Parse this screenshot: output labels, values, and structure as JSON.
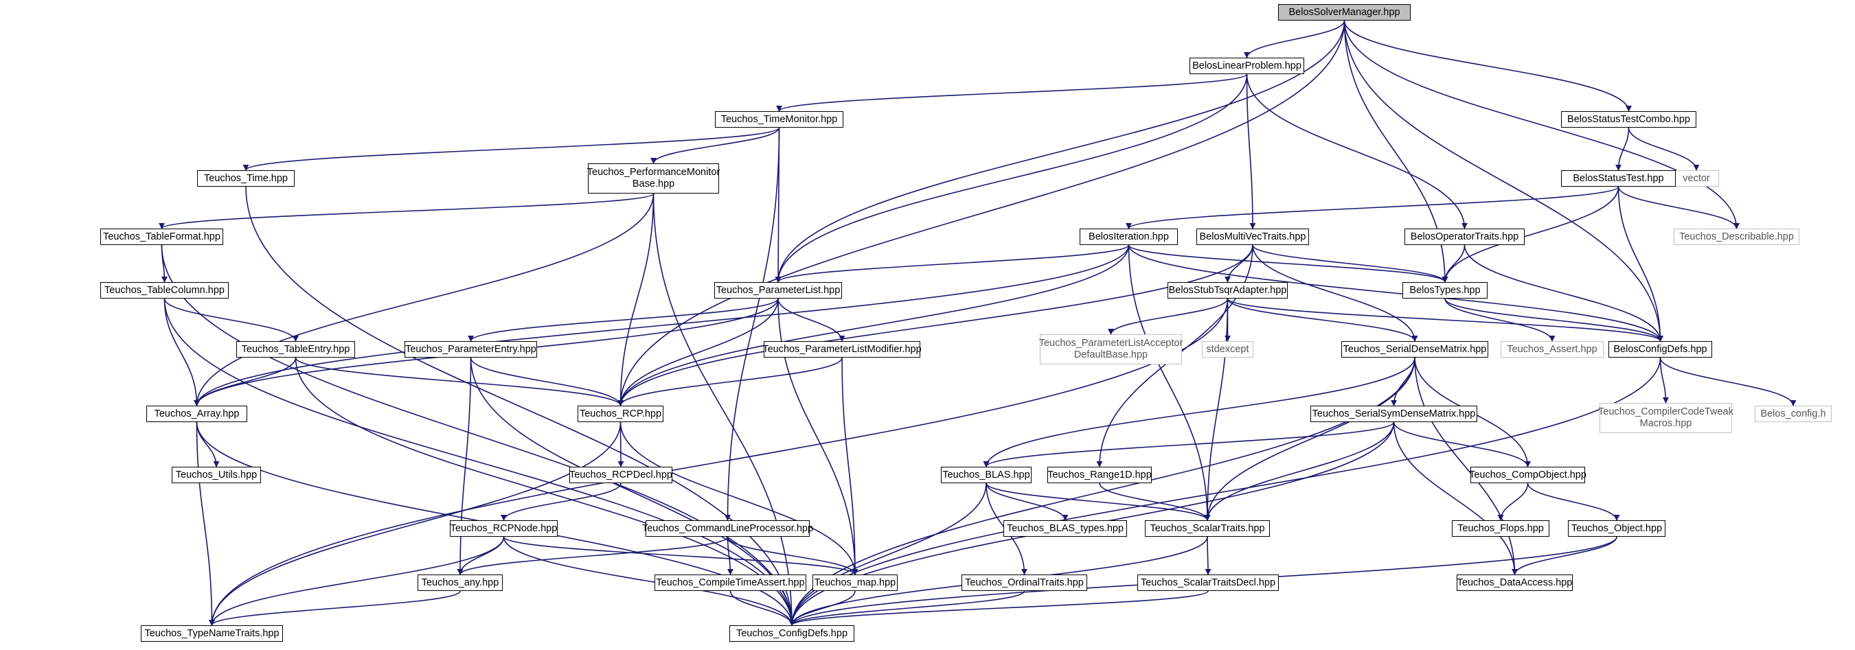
{
  "diagram": {
    "colors": {
      "edge": "#191970",
      "root_fill": "#bfbfbf",
      "external_border": "#bfbfbf",
      "node_border": "#000000"
    },
    "nodes": {
      "belos_solvermanager": {
        "label": "BelosSolverManager.hpp",
        "kind": "root"
      },
      "belos_linearproblem": {
        "label": "BelosLinearProblem.hpp",
        "kind": "file"
      },
      "belos_statustestcombo": {
        "label": "BelosStatusTestCombo.hpp",
        "kind": "file"
      },
      "vector": {
        "label": "vector",
        "kind": "external"
      },
      "teuchos_timemonitor": {
        "label": "Teuchos_TimeMonitor.hpp",
        "kind": "file"
      },
      "teuchos_time": {
        "label": "Teuchos_Time.hpp",
        "kind": "file"
      },
      "teuchos_perfmonitorbase": {
        "label": "Teuchos_PerformanceMonitor\nBase.hpp",
        "kind": "file"
      },
      "belos_statustest": {
        "label": "BelosStatusTest.hpp",
        "kind": "file"
      },
      "teuchos_describable": {
        "label": "Teuchos_Describable.hpp",
        "kind": "external"
      },
      "belos_operatortraits": {
        "label": "BelosOperatorTraits.hpp",
        "kind": "file"
      },
      "teuchos_tableformat": {
        "label": "Teuchos_TableFormat.hpp",
        "kind": "file"
      },
      "belos_iteration": {
        "label": "BelosIteration.hpp",
        "kind": "file"
      },
      "belos_multivectraits": {
        "label": "BelosMultiVecTraits.hpp",
        "kind": "file"
      },
      "teuchos_tablecolumn": {
        "label": "Teuchos_TableColumn.hpp",
        "kind": "file"
      },
      "teuchos_parameterlist": {
        "label": "Teuchos_ParameterList.hpp",
        "kind": "file"
      },
      "belos_stubtsqradapter": {
        "label": "BelosStubTsqrAdapter.hpp",
        "kind": "file"
      },
      "belos_types": {
        "label": "BelosTypes.hpp",
        "kind": "file"
      },
      "teuchos_tableentry": {
        "label": "Teuchos_TableEntry.hpp",
        "kind": "file"
      },
      "teuchos_parameterentry": {
        "label": "Teuchos_ParameterEntry.hpp",
        "kind": "file"
      },
      "teuchos_parameterlistmodifier": {
        "label": "Teuchos_ParameterListModifier.hpp",
        "kind": "file"
      },
      "teuchos_parameterlistacceptor": {
        "label": "Teuchos_ParameterListAcceptor\nDefaultBase.hpp",
        "kind": "external"
      },
      "stdexcept": {
        "label": "stdexcept",
        "kind": "external"
      },
      "teuchos_serialdensematrix": {
        "label": "Teuchos_SerialDenseMatrix.hpp",
        "kind": "file"
      },
      "teuchos_assert": {
        "label": "Teuchos_Assert.hpp",
        "kind": "external"
      },
      "belos_configdefs": {
        "label": "BelosConfigDefs.hpp",
        "kind": "file"
      },
      "teuchos_array": {
        "label": "Teuchos_Array.hpp",
        "kind": "file"
      },
      "teuchos_rcp": {
        "label": "Teuchos_RCP.hpp",
        "kind": "file"
      },
      "teuchos_serialsymdensematrix": {
        "label": "Teuchos_SerialSymDenseMatrix.hpp",
        "kind": "file"
      },
      "teuchos_compilercodetweak": {
        "label": "Teuchos_CompilerCodeTweak\nMacros.hpp",
        "kind": "external"
      },
      "belos_config_h": {
        "label": "Belos_config.h",
        "kind": "external"
      },
      "teuchos_utils": {
        "label": "Teuchos_Utils.hpp",
        "kind": "file"
      },
      "teuchos_rcpdecl": {
        "label": "Teuchos_RCPDecl.hpp",
        "kind": "file"
      },
      "teuchos_blas": {
        "label": "Teuchos_BLAS.hpp",
        "kind": "file"
      },
      "teuchos_range1d": {
        "label": "Teuchos_Range1D.hpp",
        "kind": "file"
      },
      "teuchos_compobject": {
        "label": "Teuchos_CompObject.hpp",
        "kind": "file"
      },
      "teuchos_rcpnode": {
        "label": "Teuchos_RCPNode.hpp",
        "kind": "file"
      },
      "teuchos_commandlineprocessor": {
        "label": "Teuchos_CommandLineProcessor.hpp",
        "kind": "file"
      },
      "teuchos_blas_types": {
        "label": "Teuchos_BLAS_types.hpp",
        "kind": "file"
      },
      "teuchos_scalartraits": {
        "label": "Teuchos_ScalarTraits.hpp",
        "kind": "file"
      },
      "teuchos_flops": {
        "label": "Teuchos_Flops.hpp",
        "kind": "file"
      },
      "teuchos_object": {
        "label": "Teuchos_Object.hpp",
        "kind": "file"
      },
      "teuchos_any": {
        "label": "Teuchos_any.hpp",
        "kind": "file"
      },
      "teuchos_compiletimeassert": {
        "label": "Teuchos_CompileTimeAssert.hpp",
        "kind": "file"
      },
      "teuchos_map": {
        "label": "Teuchos_map.hpp",
        "kind": "file"
      },
      "teuchos_ordinaltraits": {
        "label": "Teuchos_OrdinalTraits.hpp",
        "kind": "file"
      },
      "teuchos_scalartraitsdecl": {
        "label": "Teuchos_ScalarTraitsDecl.hpp",
        "kind": "file"
      },
      "teuchos_dataaccess": {
        "label": "Teuchos_DataAccess.hpp",
        "kind": "file"
      },
      "teuchos_typenametraits": {
        "label": "Teuchos_TypeNameTraits.hpp",
        "kind": "file"
      },
      "teuchos_configdefs": {
        "label": "Teuchos_ConfigDefs.hpp",
        "kind": "file"
      }
    },
    "edges": [
      [
        "belos_solvermanager",
        "belos_linearproblem"
      ],
      [
        "belos_solvermanager",
        "belos_statustestcombo"
      ],
      [
        "belos_solvermanager",
        "teuchos_describable"
      ],
      [
        "belos_solvermanager",
        "belos_types"
      ],
      [
        "belos_solvermanager",
        "belos_configdefs"
      ],
      [
        "belos_solvermanager",
        "teuchos_parameterlist"
      ],
      [
        "belos_solvermanager",
        "teuchos_rcp"
      ],
      [
        "belos_linearproblem",
        "teuchos_timemonitor"
      ],
      [
        "belos_linearproblem",
        "teuchos_parameterlist"
      ],
      [
        "belos_linearproblem",
        "belos_multivectraits"
      ],
      [
        "belos_linearproblem",
        "belos_operatortraits"
      ],
      [
        "belos_statustestcombo",
        "belos_statustest"
      ],
      [
        "belos_statustestcombo",
        "vector"
      ],
      [
        "belos_statustest",
        "belos_iteration"
      ],
      [
        "belos_statustest",
        "teuchos_describable"
      ],
      [
        "belos_statustest",
        "belos_types"
      ],
      [
        "belos_statustest",
        "belos_configdefs"
      ],
      [
        "teuchos_timemonitor",
        "teuchos_time"
      ],
      [
        "teuchos_timemonitor",
        "teuchos_perfmonitorbase"
      ],
      [
        "teuchos_timemonitor",
        "teuchos_parameterlist"
      ],
      [
        "teuchos_timemonitor",
        "teuchos_commandlineprocessor"
      ],
      [
        "teuchos_time",
        "teuchos_configdefs"
      ],
      [
        "teuchos_perfmonitorbase",
        "teuchos_tableformat"
      ],
      [
        "teuchos_perfmonitorbase",
        "teuchos_array"
      ],
      [
        "teuchos_perfmonitorbase",
        "teuchos_rcp"
      ],
      [
        "teuchos_perfmonitorbase",
        "teuchos_configdefs"
      ],
      [
        "teuchos_tableformat",
        "teuchos_tablecolumn"
      ],
      [
        "teuchos_tableformat",
        "teuchos_configdefs"
      ],
      [
        "teuchos_tablecolumn",
        "teuchos_tableentry"
      ],
      [
        "teuchos_tablecolumn",
        "teuchos_array"
      ],
      [
        "teuchos_tablecolumn",
        "teuchos_configdefs"
      ],
      [
        "teuchos_tableentry",
        "teuchos_array"
      ],
      [
        "teuchos_tableentry",
        "teuchos_rcp"
      ],
      [
        "teuchos_tableentry",
        "teuchos_configdefs"
      ],
      [
        "belos_operatortraits",
        "belos_types"
      ],
      [
        "belos_operatortraits",
        "belos_configdefs"
      ],
      [
        "belos_iteration",
        "teuchos_parameterlist"
      ],
      [
        "belos_iteration",
        "belos_types"
      ],
      [
        "belos_iteration",
        "belos_configdefs"
      ],
      [
        "belos_iteration",
        "teuchos_rcp"
      ],
      [
        "belos_iteration",
        "teuchos_array"
      ],
      [
        "belos_iteration",
        "teuchos_scalartraits"
      ],
      [
        "belos_multivectraits",
        "belos_stubtsqradapter"
      ],
      [
        "belos_multivectraits",
        "belos_types"
      ],
      [
        "belos_multivectraits",
        "teuchos_serialdensematrix"
      ],
      [
        "belos_multivectraits",
        "teuchos_range1d"
      ],
      [
        "belos_multivectraits",
        "teuchos_rcp"
      ],
      [
        "belos_stubtsqradapter",
        "teuchos_parameterlistacceptor"
      ],
      [
        "belos_stubtsqradapter",
        "stdexcept"
      ],
      [
        "belos_stubtsqradapter",
        "teuchos_serialdensematrix"
      ],
      [
        "belos_stubtsqradapter",
        "belos_configdefs"
      ],
      [
        "belos_stubtsqradapter",
        "teuchos_scalartraits"
      ],
      [
        "belos_stubtsqradapter",
        "teuchos_typenametraits"
      ],
      [
        "belos_types",
        "teuchos_assert"
      ],
      [
        "belos_types",
        "belos_configdefs"
      ],
      [
        "belos_configdefs",
        "teuchos_compilercodetweak"
      ],
      [
        "belos_configdefs",
        "belos_config_h"
      ],
      [
        "belos_configdefs",
        "teuchos_configdefs"
      ],
      [
        "teuchos_parameterlist",
        "teuchos_parameterentry"
      ],
      [
        "teuchos_parameterlist",
        "teuchos_parameterlistmodifier"
      ],
      [
        "teuchos_parameterlist",
        "teuchos_rcp"
      ],
      [
        "teuchos_parameterlist",
        "teuchos_array"
      ],
      [
        "teuchos_parameterlist",
        "teuchos_map"
      ],
      [
        "teuchos_parameterentry",
        "teuchos_rcp"
      ],
      [
        "teuchos_parameterentry",
        "teuchos_any"
      ],
      [
        "teuchos_parameterentry",
        "teuchos_configdefs"
      ],
      [
        "teuchos_parameterlistmodifier",
        "teuchos_rcp"
      ],
      [
        "teuchos_parameterlistmodifier",
        "teuchos_map"
      ],
      [
        "teuchos_serialdensematrix",
        "teuchos_serialsymdensematrix"
      ],
      [
        "teuchos_serialdensematrix",
        "teuchos_blas"
      ],
      [
        "teuchos_serialdensematrix",
        "teuchos_compobject"
      ],
      [
        "teuchos_serialdensematrix",
        "teuchos_scalartraits"
      ],
      [
        "teuchos_serialdensematrix",
        "teuchos_dataaccess"
      ],
      [
        "teuchos_serialdensematrix",
        "teuchos_configdefs"
      ],
      [
        "teuchos_serialsymdensematrix",
        "teuchos_blas"
      ],
      [
        "teuchos_serialsymdensematrix",
        "teuchos_compobject"
      ],
      [
        "teuchos_serialsymdensematrix",
        "teuchos_scalartraits"
      ],
      [
        "teuchos_serialsymdensematrix",
        "teuchos_dataaccess"
      ],
      [
        "teuchos_serialsymdensematrix",
        "teuchos_configdefs"
      ],
      [
        "teuchos_array",
        "teuchos_utils"
      ],
      [
        "teuchos_array",
        "teuchos_typenametraits"
      ],
      [
        "teuchos_array",
        "teuchos_configdefs"
      ],
      [
        "teuchos_rcp",
        "teuchos_rcpdecl"
      ],
      [
        "teuchos_rcp",
        "teuchos_typenametraits"
      ],
      [
        "teuchos_rcp",
        "teuchos_map"
      ],
      [
        "teuchos_rcpdecl",
        "teuchos_rcpnode"
      ],
      [
        "teuchos_rcpnode",
        "teuchos_any"
      ],
      [
        "teuchos_rcpnode",
        "teuchos_map"
      ],
      [
        "teuchos_rcpnode",
        "teuchos_typenametraits"
      ],
      [
        "teuchos_rcpnode",
        "teuchos_configdefs"
      ],
      [
        "teuchos_blas",
        "teuchos_blas_types"
      ],
      [
        "teuchos_blas",
        "teuchos_scalartraits"
      ],
      [
        "teuchos_blas",
        "teuchos_ordinaltraits"
      ],
      [
        "teuchos_blas",
        "teuchos_configdefs"
      ],
      [
        "teuchos_range1d",
        "teuchos_scalartraits"
      ],
      [
        "teuchos_compobject",
        "teuchos_flops"
      ],
      [
        "teuchos_compobject",
        "teuchos_object"
      ],
      [
        "teuchos_object",
        "teuchos_dataaccess"
      ],
      [
        "teuchos_object",
        "teuchos_configdefs"
      ],
      [
        "teuchos_commandlineprocessor",
        "teuchos_compiletimeassert"
      ],
      [
        "teuchos_commandlineprocessor",
        "teuchos_map"
      ],
      [
        "teuchos_commandlineprocessor",
        "teuchos_any"
      ],
      [
        "teuchos_scalartraits",
        "teuchos_scalartraitsdecl"
      ],
      [
        "teuchos_scalartraits",
        "teuchos_configdefs"
      ],
      [
        "teuchos_scalartraitsdecl",
        "teuchos_configdefs"
      ],
      [
        "teuchos_ordinaltraits",
        "teuchos_configdefs"
      ],
      [
        "teuchos_compiletimeassert",
        "teuchos_configdefs"
      ],
      [
        "teuchos_map",
        "teuchos_configdefs"
      ],
      [
        "teuchos_any",
        "teuchos_typenametraits"
      ]
    ]
  }
}
